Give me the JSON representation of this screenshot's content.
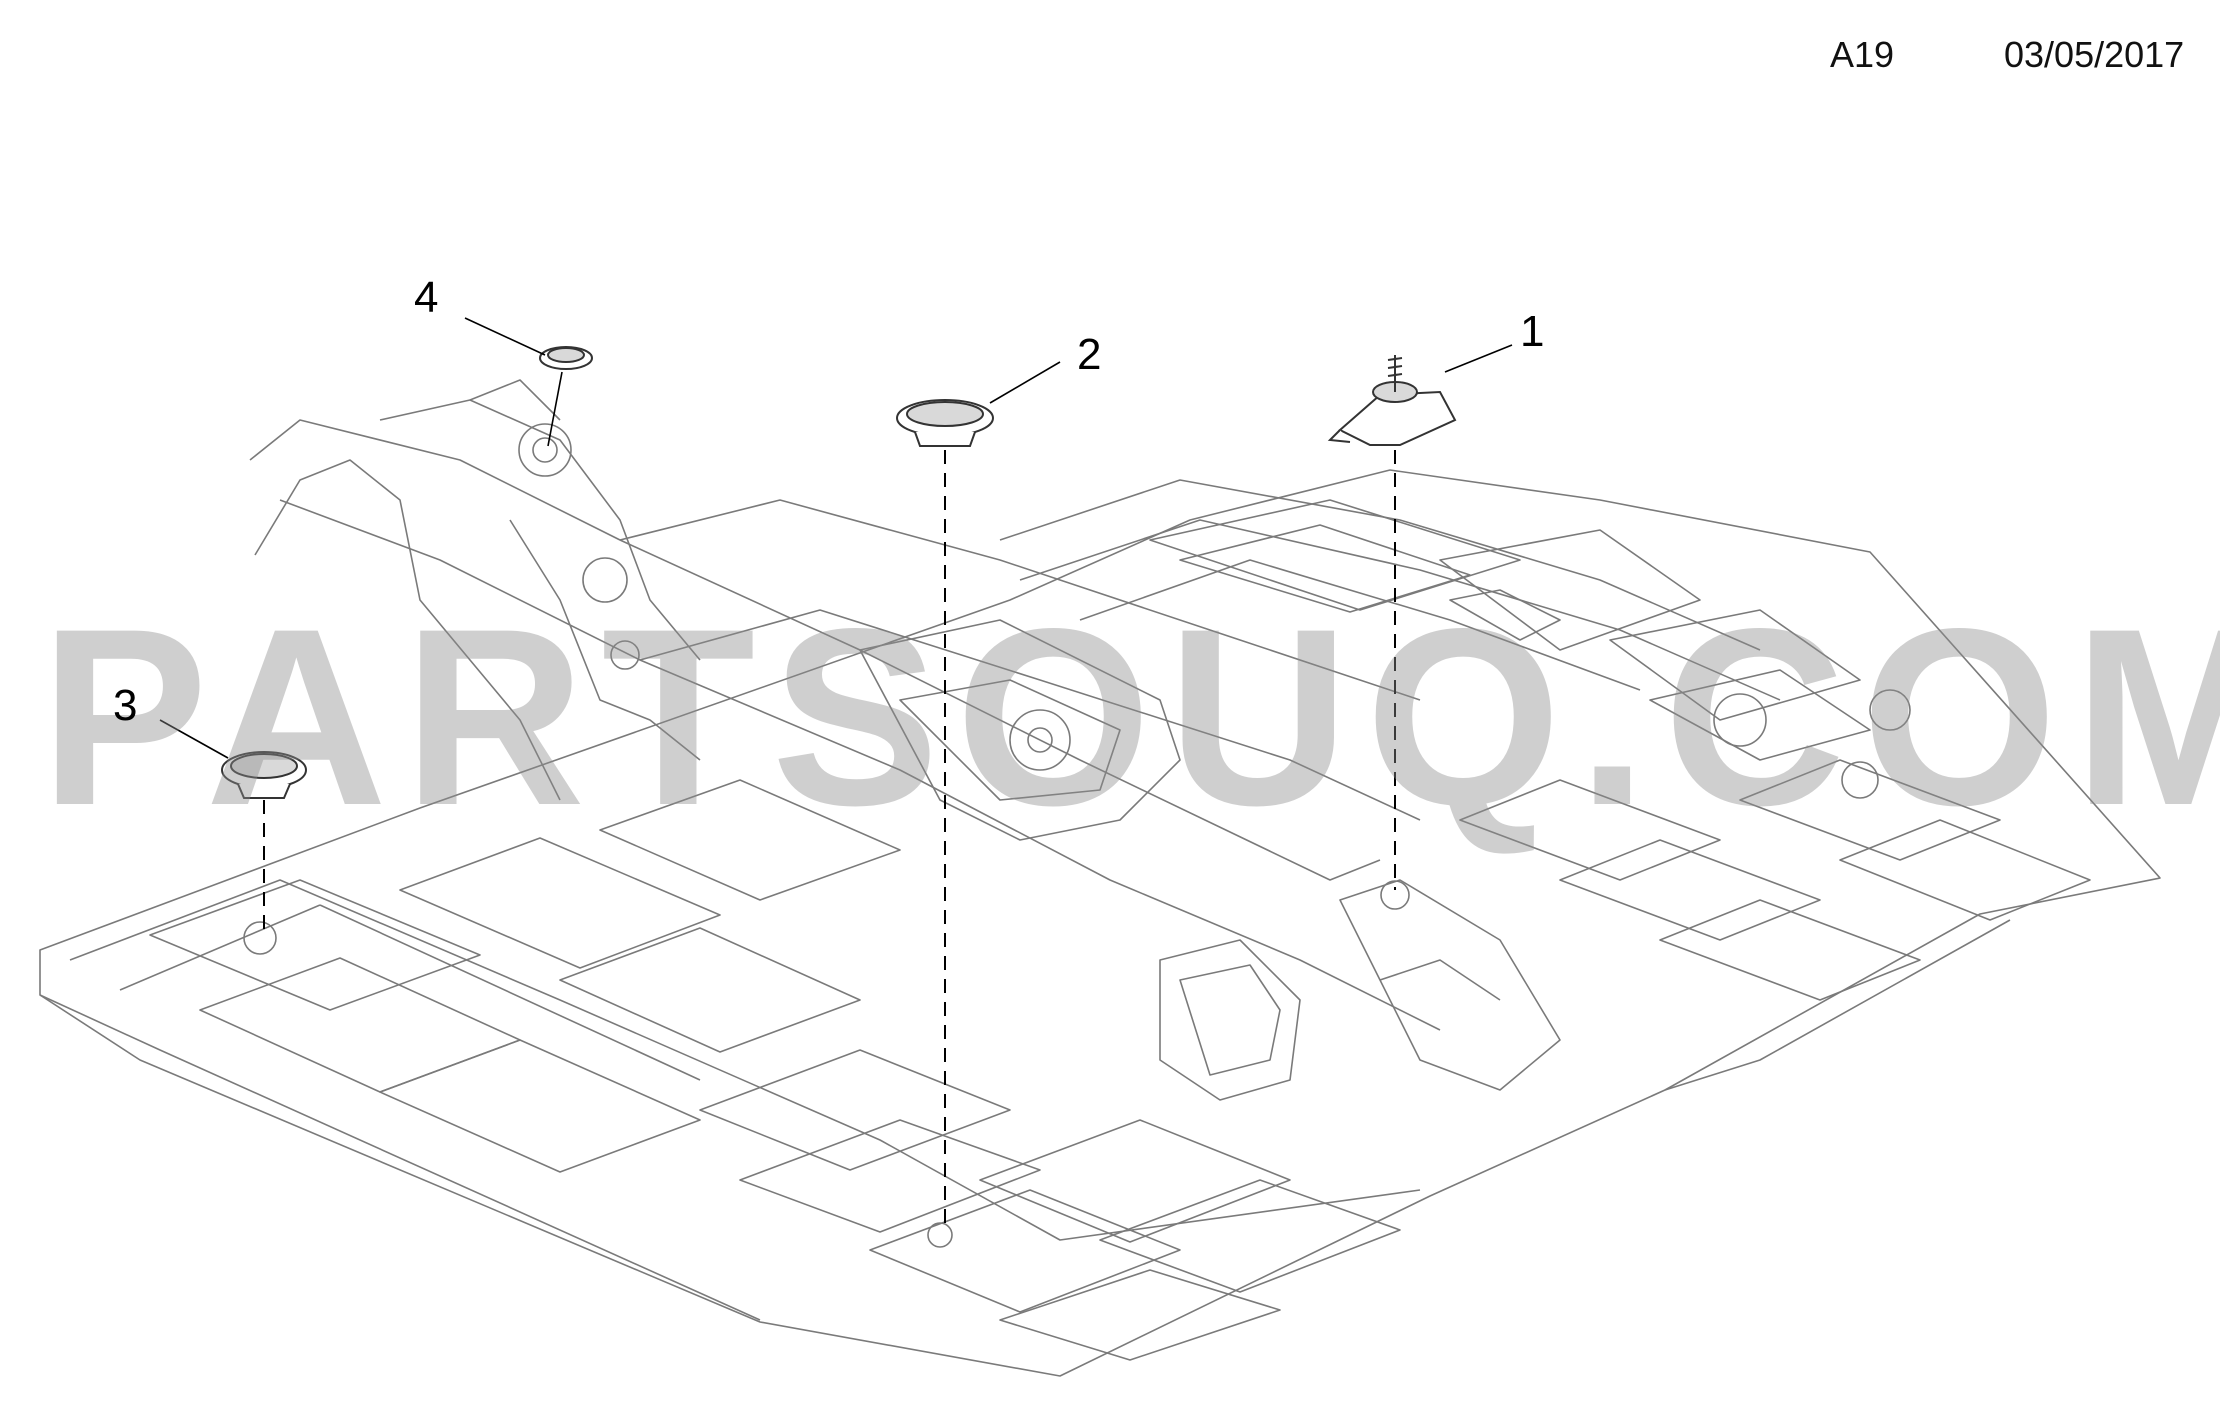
{
  "header": {
    "diagram_code": "A19",
    "date": "03/05/2017"
  },
  "callouts": [
    {
      "number": "1",
      "part": "bracket-with-stud"
    },
    {
      "number": "2",
      "part": "grommet-plug"
    },
    {
      "number": "3",
      "part": "grommet-plug"
    },
    {
      "number": "4",
      "part": "grommet-plug"
    }
  ],
  "watermark": {
    "text": "PARTSOUQ.COM"
  },
  "colors": {
    "line": "#555555",
    "watermark": "#8c8c8c",
    "part_fill": "#d9d9d9"
  }
}
